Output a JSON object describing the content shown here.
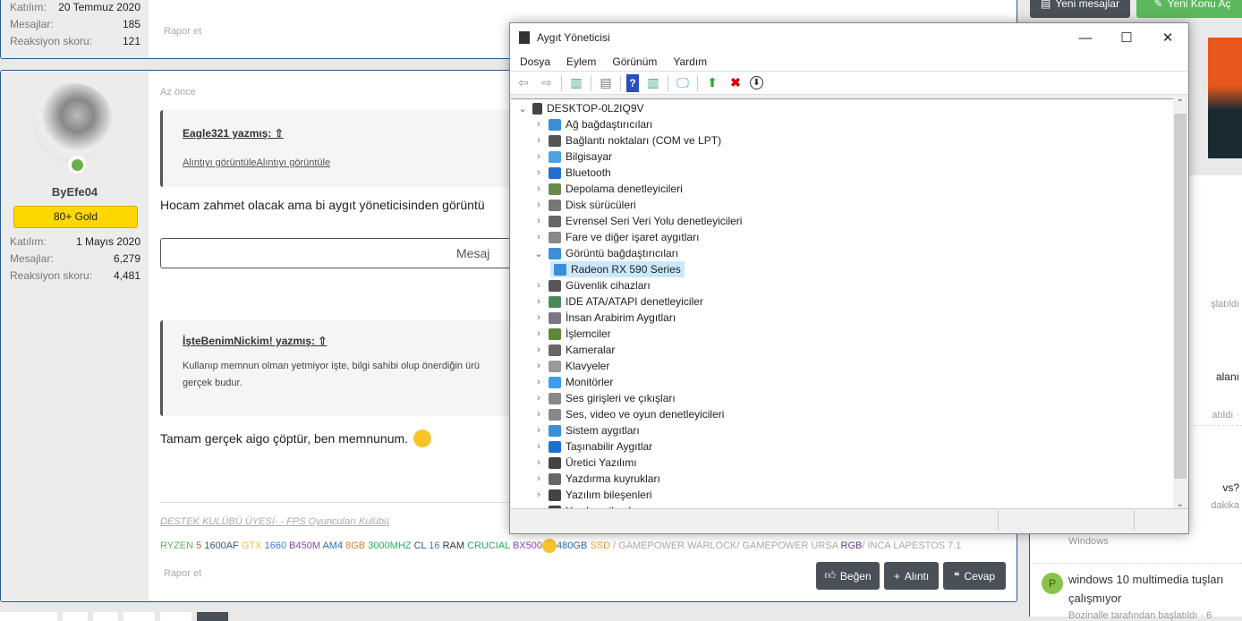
{
  "post1": {
    "stats": [
      {
        "k": "Katılım:",
        "v": "20 Temmuz 2020"
      },
      {
        "k": "Mesajlar:",
        "v": "185"
      },
      {
        "k": "Reaksiyon skoru:",
        "v": "121"
      }
    ],
    "report": "Rapor et"
  },
  "post2": {
    "username": "ByEfe04",
    "badge": "80+ Gold",
    "badge_color": "#ffd700",
    "stats": [
      {
        "k": "Katılım:",
        "v": "1 Mayıs 2020"
      },
      {
        "k": "Mesajlar:",
        "v": "6,279"
      },
      {
        "k": "Reaksiyon skoru:",
        "v": "4,481"
      }
    ],
    "time": "Az önce",
    "quote1": {
      "author": "Eagle321 yazmış:",
      "link": "Alıntıyı görüntüleAlıntıyı görüntüle"
    },
    "text1": "Hocam zahmet olacak ama bi aygıt yöneticisinden görüntü",
    "msg_button": "Mesaj",
    "quote2": {
      "author": "İşteBenimNickim! yazmış:",
      "text": "Kullanıp memnun olman yetmiyor işte, bilgi sahibi olup önerdiğin ürü",
      "text2": "gerçek budur."
    },
    "text2": "Tamam gerçek aigo çöptür, ben memnunum.",
    "signature_title": "DESTEK KULÜBÜ ÜYESİ- - FPS Oyuncuları Kulübü",
    "signature": [
      {
        "t": "RYZEN ",
        "c": "#5cb85c"
      },
      {
        "t": "5 ",
        "c": "#d9534f"
      },
      {
        "t": "1600AF ",
        "c": "#2a5a8a"
      },
      {
        "t": "GTX ",
        "c": "#f0c040"
      },
      {
        "t": "1660 ",
        "c": "#3a7bd5"
      },
      {
        "t": "B450M ",
        "c": "#8e44ad"
      },
      {
        "t": "AM4 ",
        "c": "#2a6ab0"
      },
      {
        "t": "8GB ",
        "c": "#e67e22"
      },
      {
        "t": "3000MHZ ",
        "c": "#27ae60"
      },
      {
        "t": "CL ",
        "c": "#2a5a8a"
      },
      {
        "t": "16 ",
        "c": "#3a7bd5"
      },
      {
        "t": "RAM ",
        "c": "#333"
      },
      {
        "t": "CRUCIAL ",
        "c": "#27ae60"
      },
      {
        "t": "BX500",
        "c": "#8e44ad"
      },
      {
        "t": "480GB ",
        "c": "#2a6ab0"
      },
      {
        "t": "SSD ",
        "c": "#f0a040"
      },
      {
        "t": "/ GAMEPOWER WARLOCK/ GAMEPOWER URSA ",
        "c": "#aaa"
      },
      {
        "t": "RGB",
        "c": "#6a3a8a"
      },
      {
        "t": "/ INCA LAPESTOS 7.1",
        "c": "#aaa"
      }
    ],
    "report": "Rapor et",
    "like": "Beğen",
    "quote": "Alıntı",
    "reply": "Cevap"
  },
  "dialog": {
    "title": "Aygıt Yöneticisi",
    "menu": [
      "Dosya",
      "Eylem",
      "Görünüm",
      "Yardım"
    ],
    "root": "DESKTOP-0L2IQ9V",
    "items": [
      {
        "label": "Ağ bağdaştırıcıları",
        "color": "#3a8fd8"
      },
      {
        "label": "Bağlantı noktaları (COM ve LPT)",
        "color": "#555"
      },
      {
        "label": "Bilgisayar",
        "color": "#4aa3e0"
      },
      {
        "label": "Bluetooth",
        "color": "#1e6fd0"
      },
      {
        "label": "Depolama denetleyicileri",
        "color": "#6a8a4a"
      },
      {
        "label": "Disk sürücüleri",
        "color": "#777"
      },
      {
        "label": "Evrensel Seri Veri Yolu denetleyicileri",
        "color": "#666"
      },
      {
        "label": "Fare ve diğer işaret aygıtları",
        "color": "#888"
      },
      {
        "label": "Görüntü bağdaştırıcıları",
        "color": "#3a8fd8",
        "expanded": true
      },
      {
        "label": "Radeon RX 590 Series",
        "color": "#3a8fd8",
        "child": true
      },
      {
        "label": "Güvenlik cihazları",
        "color": "#555"
      },
      {
        "label": "IDE ATA/ATAPI denetleyiciler",
        "color": "#4a8a5a"
      },
      {
        "label": "İnsan Arabirim Aygıtları",
        "color": "#778"
      },
      {
        "label": "İşlemciler",
        "color": "#5a8a3a"
      },
      {
        "label": "Kameralar",
        "color": "#666"
      },
      {
        "label": "Klavyeler",
        "color": "#999"
      },
      {
        "label": "Monitörler",
        "color": "#3a9fe8"
      },
      {
        "label": "Ses girişleri ve çıkışları",
        "color": "#888"
      },
      {
        "label": "Ses, video ve oyun denetleyicileri",
        "color": "#888"
      },
      {
        "label": "Sistem aygıtları",
        "color": "#3a8fd8"
      },
      {
        "label": "Taşınabilir Aygıtlar",
        "color": "#1e6fd0"
      },
      {
        "label": "Üretici Yazılımı",
        "color": "#444"
      },
      {
        "label": "Yazdırma kuyrukları",
        "color": "#666"
      },
      {
        "label": "Yazılım bileşenleri",
        "color": "#444"
      },
      {
        "label": "Yazılım cihazları",
        "color": "#444"
      }
    ]
  },
  "sidebar": {
    "new_posts": "Yeni mesajlar",
    "new_thread": "Yeni Konu Aç",
    "frag": [
      "şlatıldı",
      "alanı",
      "atıldı ·",
      "vs?",
      "dakika",
      "Windows"
    ],
    "thread": {
      "avatar": "P",
      "title": "windows 10 multimedia tuşları çalışmıyor",
      "meta": "Bozinalle tarafından başlatıldı · 6"
    }
  }
}
